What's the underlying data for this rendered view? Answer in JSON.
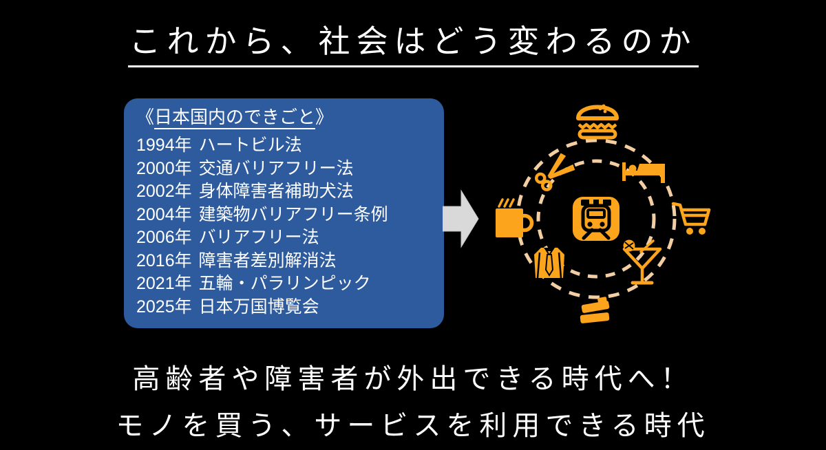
{
  "slide": {
    "title": "これから、社会はどう変わるのか",
    "conclusion_line1": "高齢者や障害者が外出できる時代へ！",
    "conclusion_line2": "モノを買う、サービスを利用できる時代"
  },
  "events_box": {
    "bracket_open": "《",
    "heading": "日本国内のできごと",
    "bracket_close": "》",
    "events": [
      {
        "year": "1994年",
        "name": "ハートビル法"
      },
      {
        "year": "2000年",
        "name": "交通バリアフリー法"
      },
      {
        "year": "2002年",
        "name": "身体障害者補助犬法"
      },
      {
        "year": "2004年",
        "name": "建築物バリアフリー条例"
      },
      {
        "year": "2006年",
        "name": "バリアフリー法"
      },
      {
        "year": "2016年",
        "name": "障害者差別解消法"
      },
      {
        "year": "2021年",
        "name": "五輪・パラリンピック"
      },
      {
        "year": "2025年",
        "name": "日本万国博覧会"
      }
    ]
  },
  "diagram": {
    "center_icon": "train",
    "orbit_icons": [
      {
        "icon": "hamburger",
        "position": "top"
      },
      {
        "icon": "scissors",
        "position": "upper-left"
      },
      {
        "icon": "bed",
        "position": "upper-right"
      },
      {
        "icon": "coffee-mug",
        "position": "left"
      },
      {
        "icon": "shopping-cart",
        "position": "right"
      },
      {
        "icon": "business-shirt",
        "position": "lower-left"
      },
      {
        "icon": "cocktail",
        "position": "lower-right"
      },
      {
        "icon": "books",
        "position": "bottom"
      }
    ]
  },
  "colors": {
    "background": "#000000",
    "text": "#FFFFFF",
    "box_blue": "#2E5B9E",
    "icon_orange": "#FBA41C",
    "orbit_dash": "#F2CEA2",
    "arrow_gray": "#D9D9D9"
  }
}
